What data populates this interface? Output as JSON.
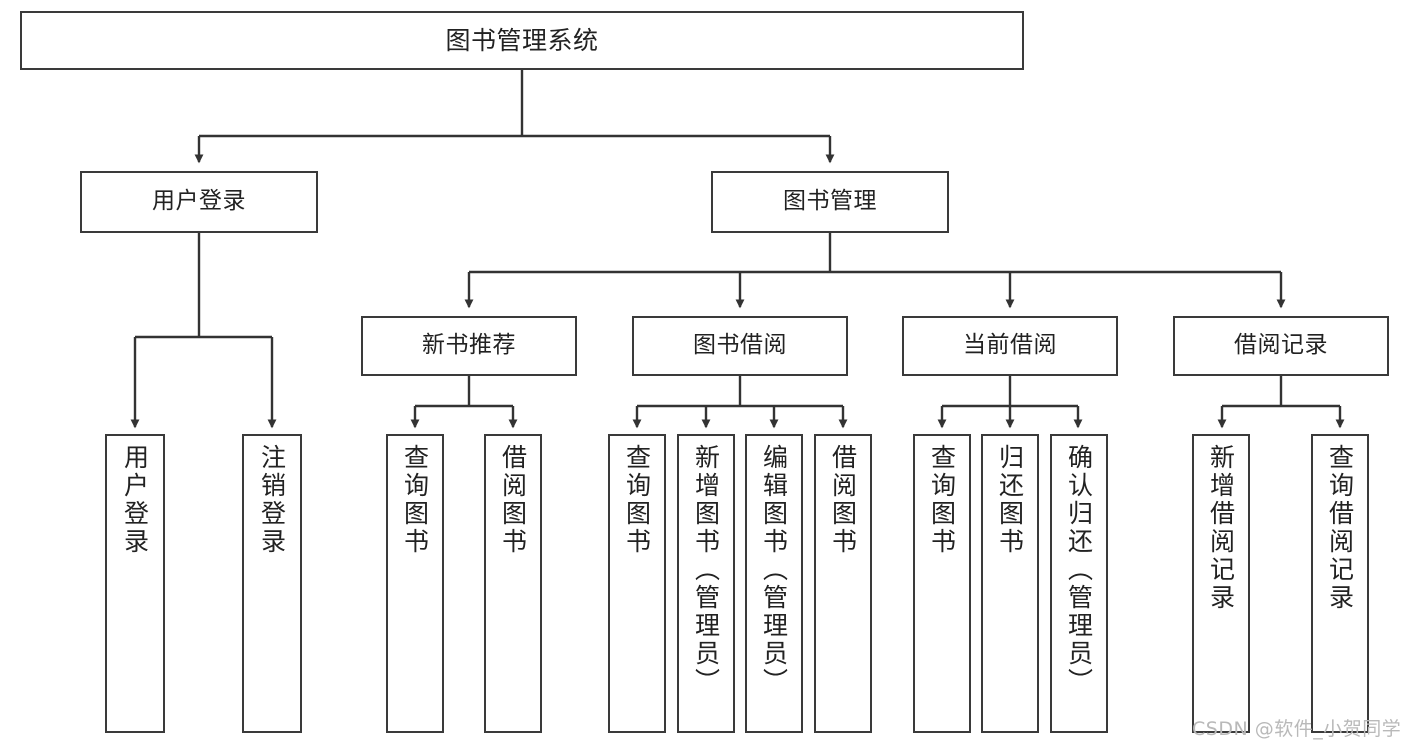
{
  "diagram": {
    "title": "图书管理系统",
    "type": "tree-hierarchy-chart",
    "colors": {
      "box_border": "#3a3a3a",
      "box_fill": "#ffffff",
      "connector": "#333333",
      "text": "#222222",
      "watermark": "#b9b9b9",
      "background": "#ffffff"
    },
    "nodes": {
      "root": {
        "label": "图书管理系统"
      },
      "level2": [
        {
          "id": "user-login",
          "label": "用户登录"
        },
        {
          "id": "book-management",
          "label": "图书管理"
        }
      ],
      "level3": [
        {
          "id": "new-book-recommend",
          "label": "新书推荐"
        },
        {
          "id": "book-borrow",
          "label": "图书借阅"
        },
        {
          "id": "current-borrow",
          "label": "当前借阅"
        },
        {
          "id": "borrow-record",
          "label": "借阅记录"
        }
      ],
      "leaves": {
        "user_login": [
          {
            "id": "leaf-user-login",
            "label": "用户登录"
          },
          {
            "id": "leaf-logout-login",
            "label": "注销登录"
          }
        ],
        "new_book_recommend": [
          {
            "id": "leaf-query-book-1",
            "label": "查询图书"
          },
          {
            "id": "leaf-borrow-book-1",
            "label": "借阅图书"
          }
        ],
        "book_borrow": [
          {
            "id": "leaf-query-book-2",
            "label": "查询图书"
          },
          {
            "id": "leaf-add-book",
            "label": "新增图书（管理员）"
          },
          {
            "id": "leaf-edit-book",
            "label": "编辑图书（管理员）"
          },
          {
            "id": "leaf-borrow-book-2",
            "label": "借阅图书"
          }
        ],
        "current_borrow": [
          {
            "id": "leaf-query-book-3",
            "label": "查询图书"
          },
          {
            "id": "leaf-return-book",
            "label": "归还图书"
          },
          {
            "id": "leaf-confirm-return",
            "label": "确认归还（管理员）"
          }
        ],
        "borrow_record": [
          {
            "id": "leaf-add-borrow-record",
            "label": "新增借阅记录"
          },
          {
            "id": "leaf-query-borrow-record",
            "label": "查询借阅记录"
          }
        ]
      }
    },
    "watermark": "CSDN @软件_小贺同学"
  }
}
